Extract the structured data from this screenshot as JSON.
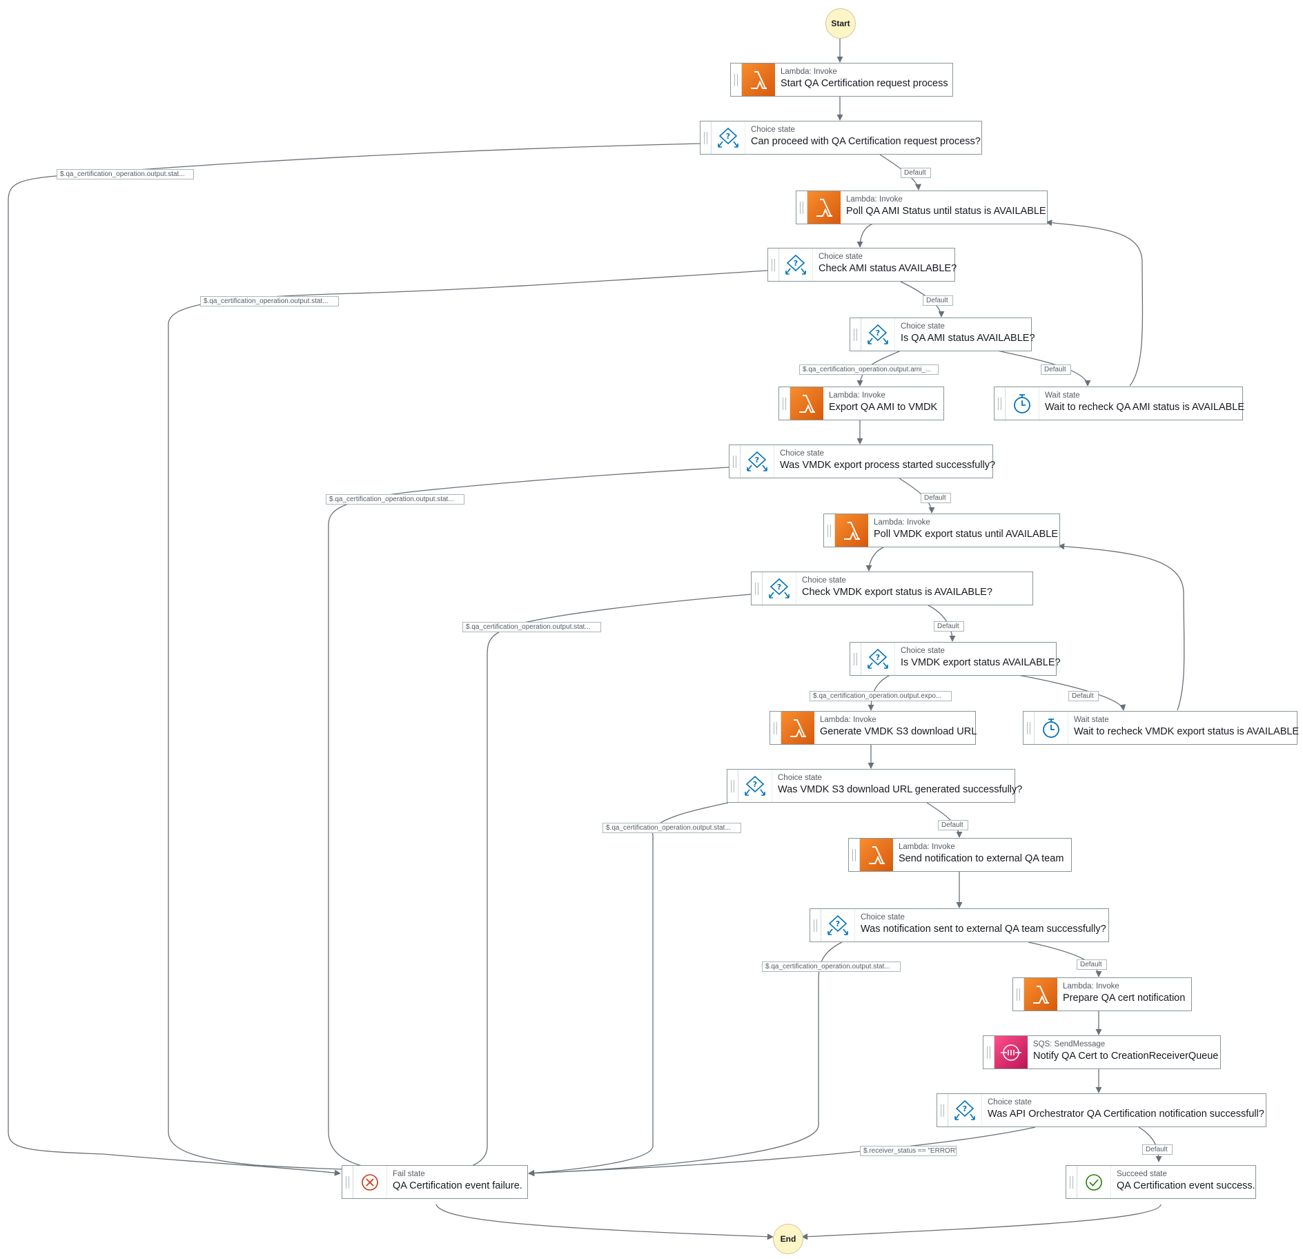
{
  "terminals": {
    "start": "Start",
    "end": "End"
  },
  "states": [
    {
      "key": "s1",
      "sub": "Lambda: Invoke",
      "title": "Start QA Certification request process",
      "icon": "lambda-icon"
    },
    {
      "key": "c1",
      "sub": "Choice state",
      "title": "Can proceed with QA Certification request process?",
      "icon": "choice-icon"
    },
    {
      "key": "s2",
      "sub": "Lambda: Invoke",
      "title": "Poll QA AMI Status until status is AVAILABLE",
      "icon": "lambda-icon"
    },
    {
      "key": "c2",
      "sub": "Choice state",
      "title": "Check AMI status AVAILABLE?",
      "icon": "choice-icon"
    },
    {
      "key": "c3",
      "sub": "Choice state",
      "title": "Is QA AMI status AVAILABLE?",
      "icon": "choice-icon"
    },
    {
      "key": "s3",
      "sub": "Lambda: Invoke",
      "title": "Export QA AMI to VMDK",
      "icon": "lambda-icon"
    },
    {
      "key": "w1",
      "sub": "Wait state",
      "title": "Wait to recheck QA AMI status is AVAILABLE",
      "icon": "timer-icon"
    },
    {
      "key": "c4",
      "sub": "Choice state",
      "title": "Was VMDK export process started successfully?",
      "icon": "choice-icon"
    },
    {
      "key": "s4",
      "sub": "Lambda: Invoke",
      "title": "Poll VMDK export status until AVAILABLE",
      "icon": "lambda-icon"
    },
    {
      "key": "c5",
      "sub": "Choice state",
      "title": "Check VMDK export status is AVAILABLE?",
      "icon": "choice-icon"
    },
    {
      "key": "c6",
      "sub": "Choice state",
      "title": "Is VMDK export status AVAILABLE?",
      "icon": "choice-icon"
    },
    {
      "key": "s5",
      "sub": "Lambda: Invoke",
      "title": "Generate VMDK S3 download URL",
      "icon": "lambda-icon"
    },
    {
      "key": "w2",
      "sub": "Wait state",
      "title": "Wait to recheck VMDK export status is AVAILABLE",
      "icon": "timer-icon"
    },
    {
      "key": "c7",
      "sub": "Choice state",
      "title": "Was VMDK S3 download URL generated successfully?",
      "icon": "choice-icon"
    },
    {
      "key": "s6",
      "sub": "Lambda: Invoke",
      "title": "Send notification to external QA team",
      "icon": "lambda-icon"
    },
    {
      "key": "c8",
      "sub": "Choice state",
      "title": "Was notification sent to external QA team successfully?",
      "icon": "choice-icon"
    },
    {
      "key": "s7",
      "sub": "Lambda: Invoke",
      "title": "Prepare QA cert notification",
      "icon": "lambda-icon"
    },
    {
      "key": "s8",
      "sub": "SQS: SendMessage",
      "title": "Notify QA Cert to CreationReceiverQueue",
      "icon": "sqs-icon"
    },
    {
      "key": "c9",
      "sub": "Choice state",
      "title": "Was API Orchestrator QA Certification notification successfull?",
      "icon": "choice-icon"
    },
    {
      "key": "fail",
      "sub": "Fail state",
      "title": "QA Certification event failure.",
      "icon": "fail-icon"
    },
    {
      "key": "succ",
      "sub": "Succeed state",
      "title": "QA Certification event success.",
      "icon": "success-icon"
    }
  ],
  "edge_labels": [
    "$.qa_certification_operation.output.stat...",
    "Default",
    "$.qa_certification_operation.output.stat...",
    "Default",
    "$.qa_certification_operation.output.ami_...",
    "Default",
    "$.qa_certification_operation.output.stat...",
    "Default",
    "$.qa_certification_operation.output.stat...",
    "Default",
    "$.qa_certification_operation.output.expo...",
    "Default",
    "$.qa_certification_operation.output.stat...",
    "Default",
    "$.qa_certification_operation.output.stat...",
    "Default",
    "$.receiver_status == \"ERROR\"",
    "Default"
  ],
  "colors": {
    "lambda": "#ed7100",
    "sqs": "#e7157b",
    "choice": "#0073bb",
    "fail": "#d13212",
    "success": "#1d8102",
    "terminal": "#fdf5c6",
    "edge": "#687078"
  }
}
